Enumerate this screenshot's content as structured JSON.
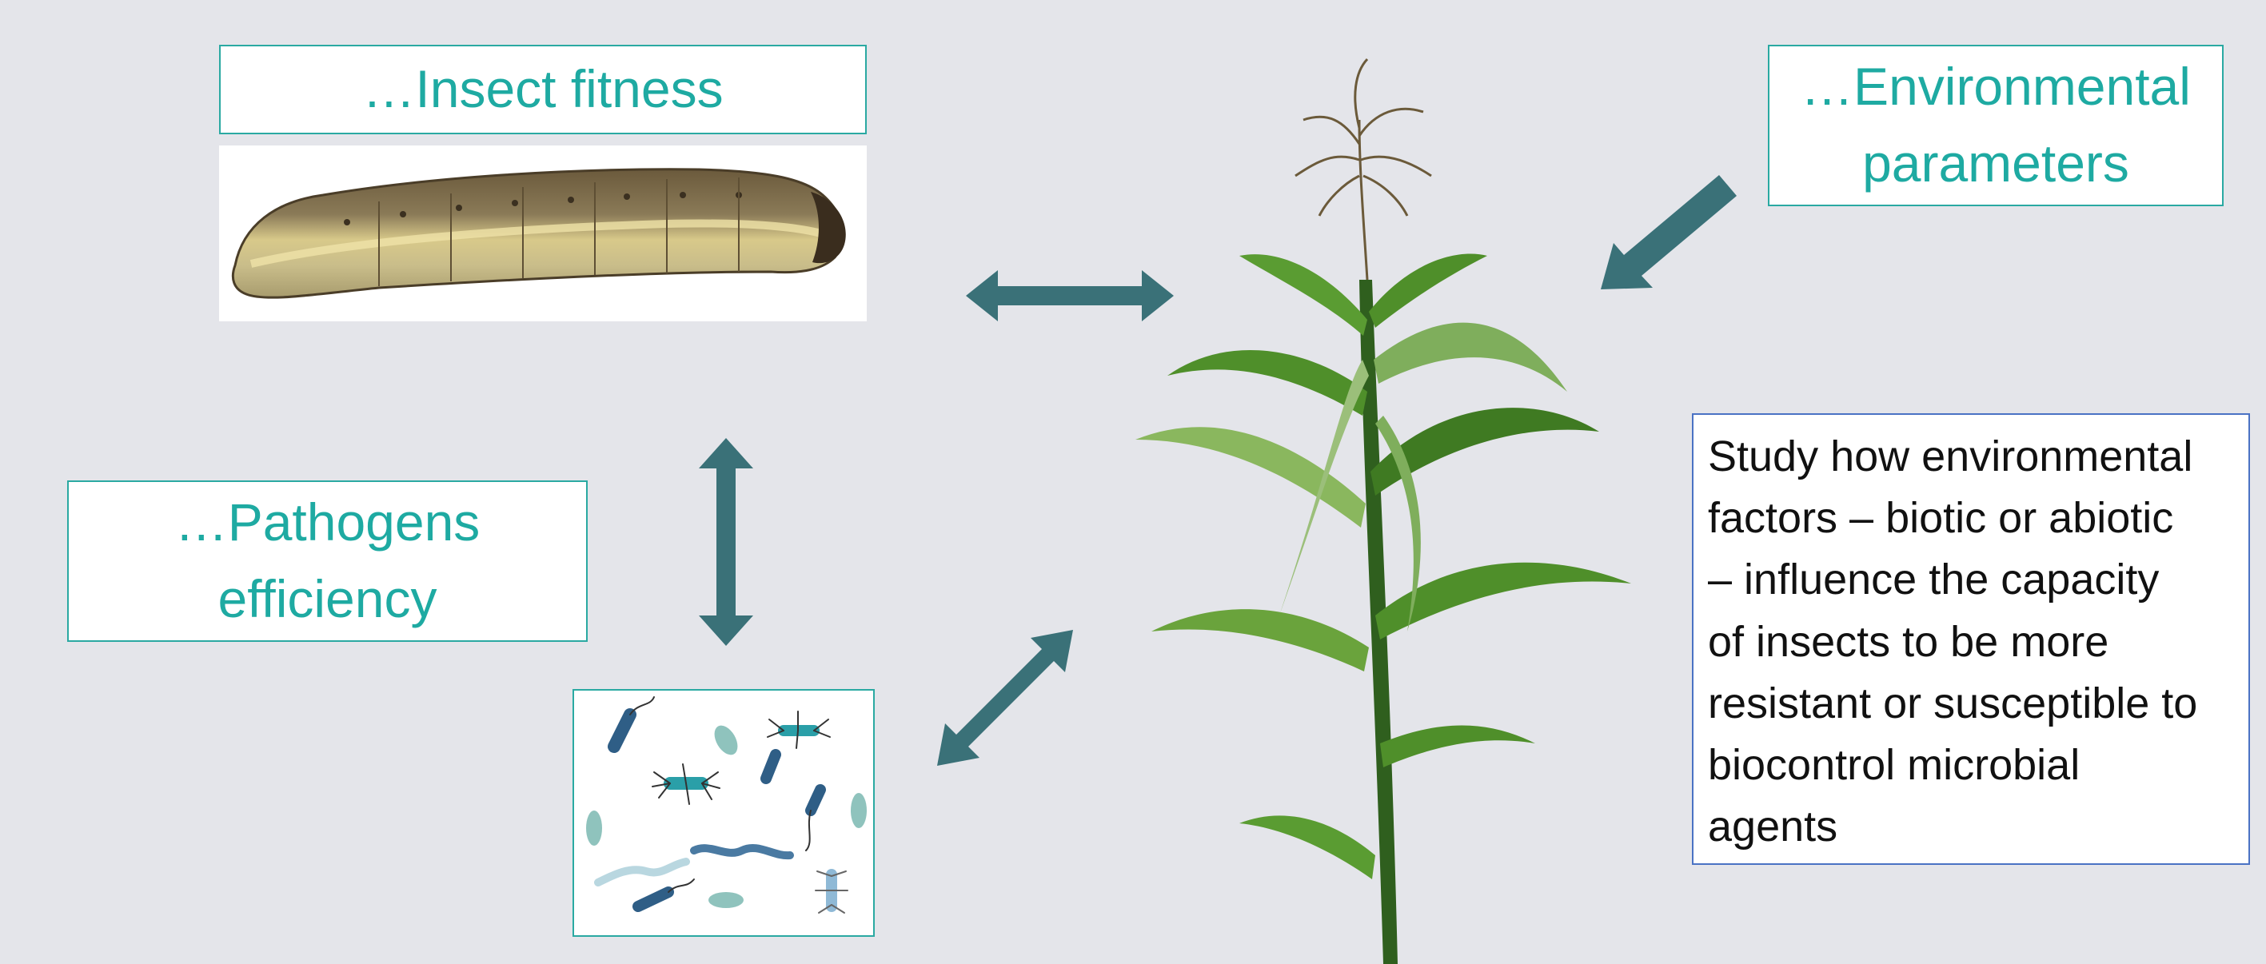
{
  "labels": {
    "insect_fitness": "…Insect fitness",
    "environmental": [
      "…Environmental",
      "parameters"
    ],
    "pathogens": [
      "…Pathogens",
      "efficiency"
    ]
  },
  "description": [
    "Study how environmental",
    "factors – biotic or abiotic",
    "– influence the capacity",
    "of insects to be more",
    "resistant or susceptible to",
    "biocontrol microbial",
    "agents"
  ],
  "colors": {
    "label_text": "#1eaaa2",
    "arrow": "#3a7178",
    "background": "#e4e5ea"
  },
  "images": [
    "caterpillar",
    "microbes",
    "maize-plant"
  ]
}
